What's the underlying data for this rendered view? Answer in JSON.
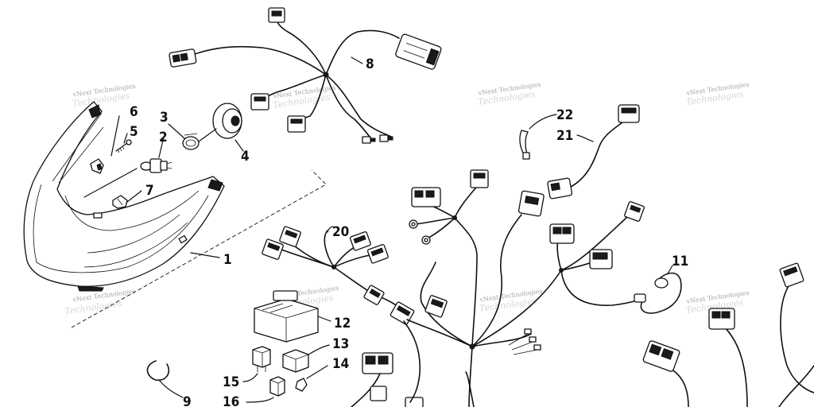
{
  "callouts": {
    "c1": "1",
    "c2": "2",
    "c3": "3",
    "c4": "4",
    "c5": "5",
    "c6": "6",
    "c7": "7",
    "c8": "8",
    "c9": "9",
    "c11": "11",
    "c12": "12",
    "c13": "13",
    "c14": "14",
    "c15": "15",
    "c16": "16",
    "c20": "20",
    "c21": "21",
    "c22": "22"
  },
  "watermark": {
    "line1": "vNext Technologies",
    "line2": "Technologies"
  }
}
